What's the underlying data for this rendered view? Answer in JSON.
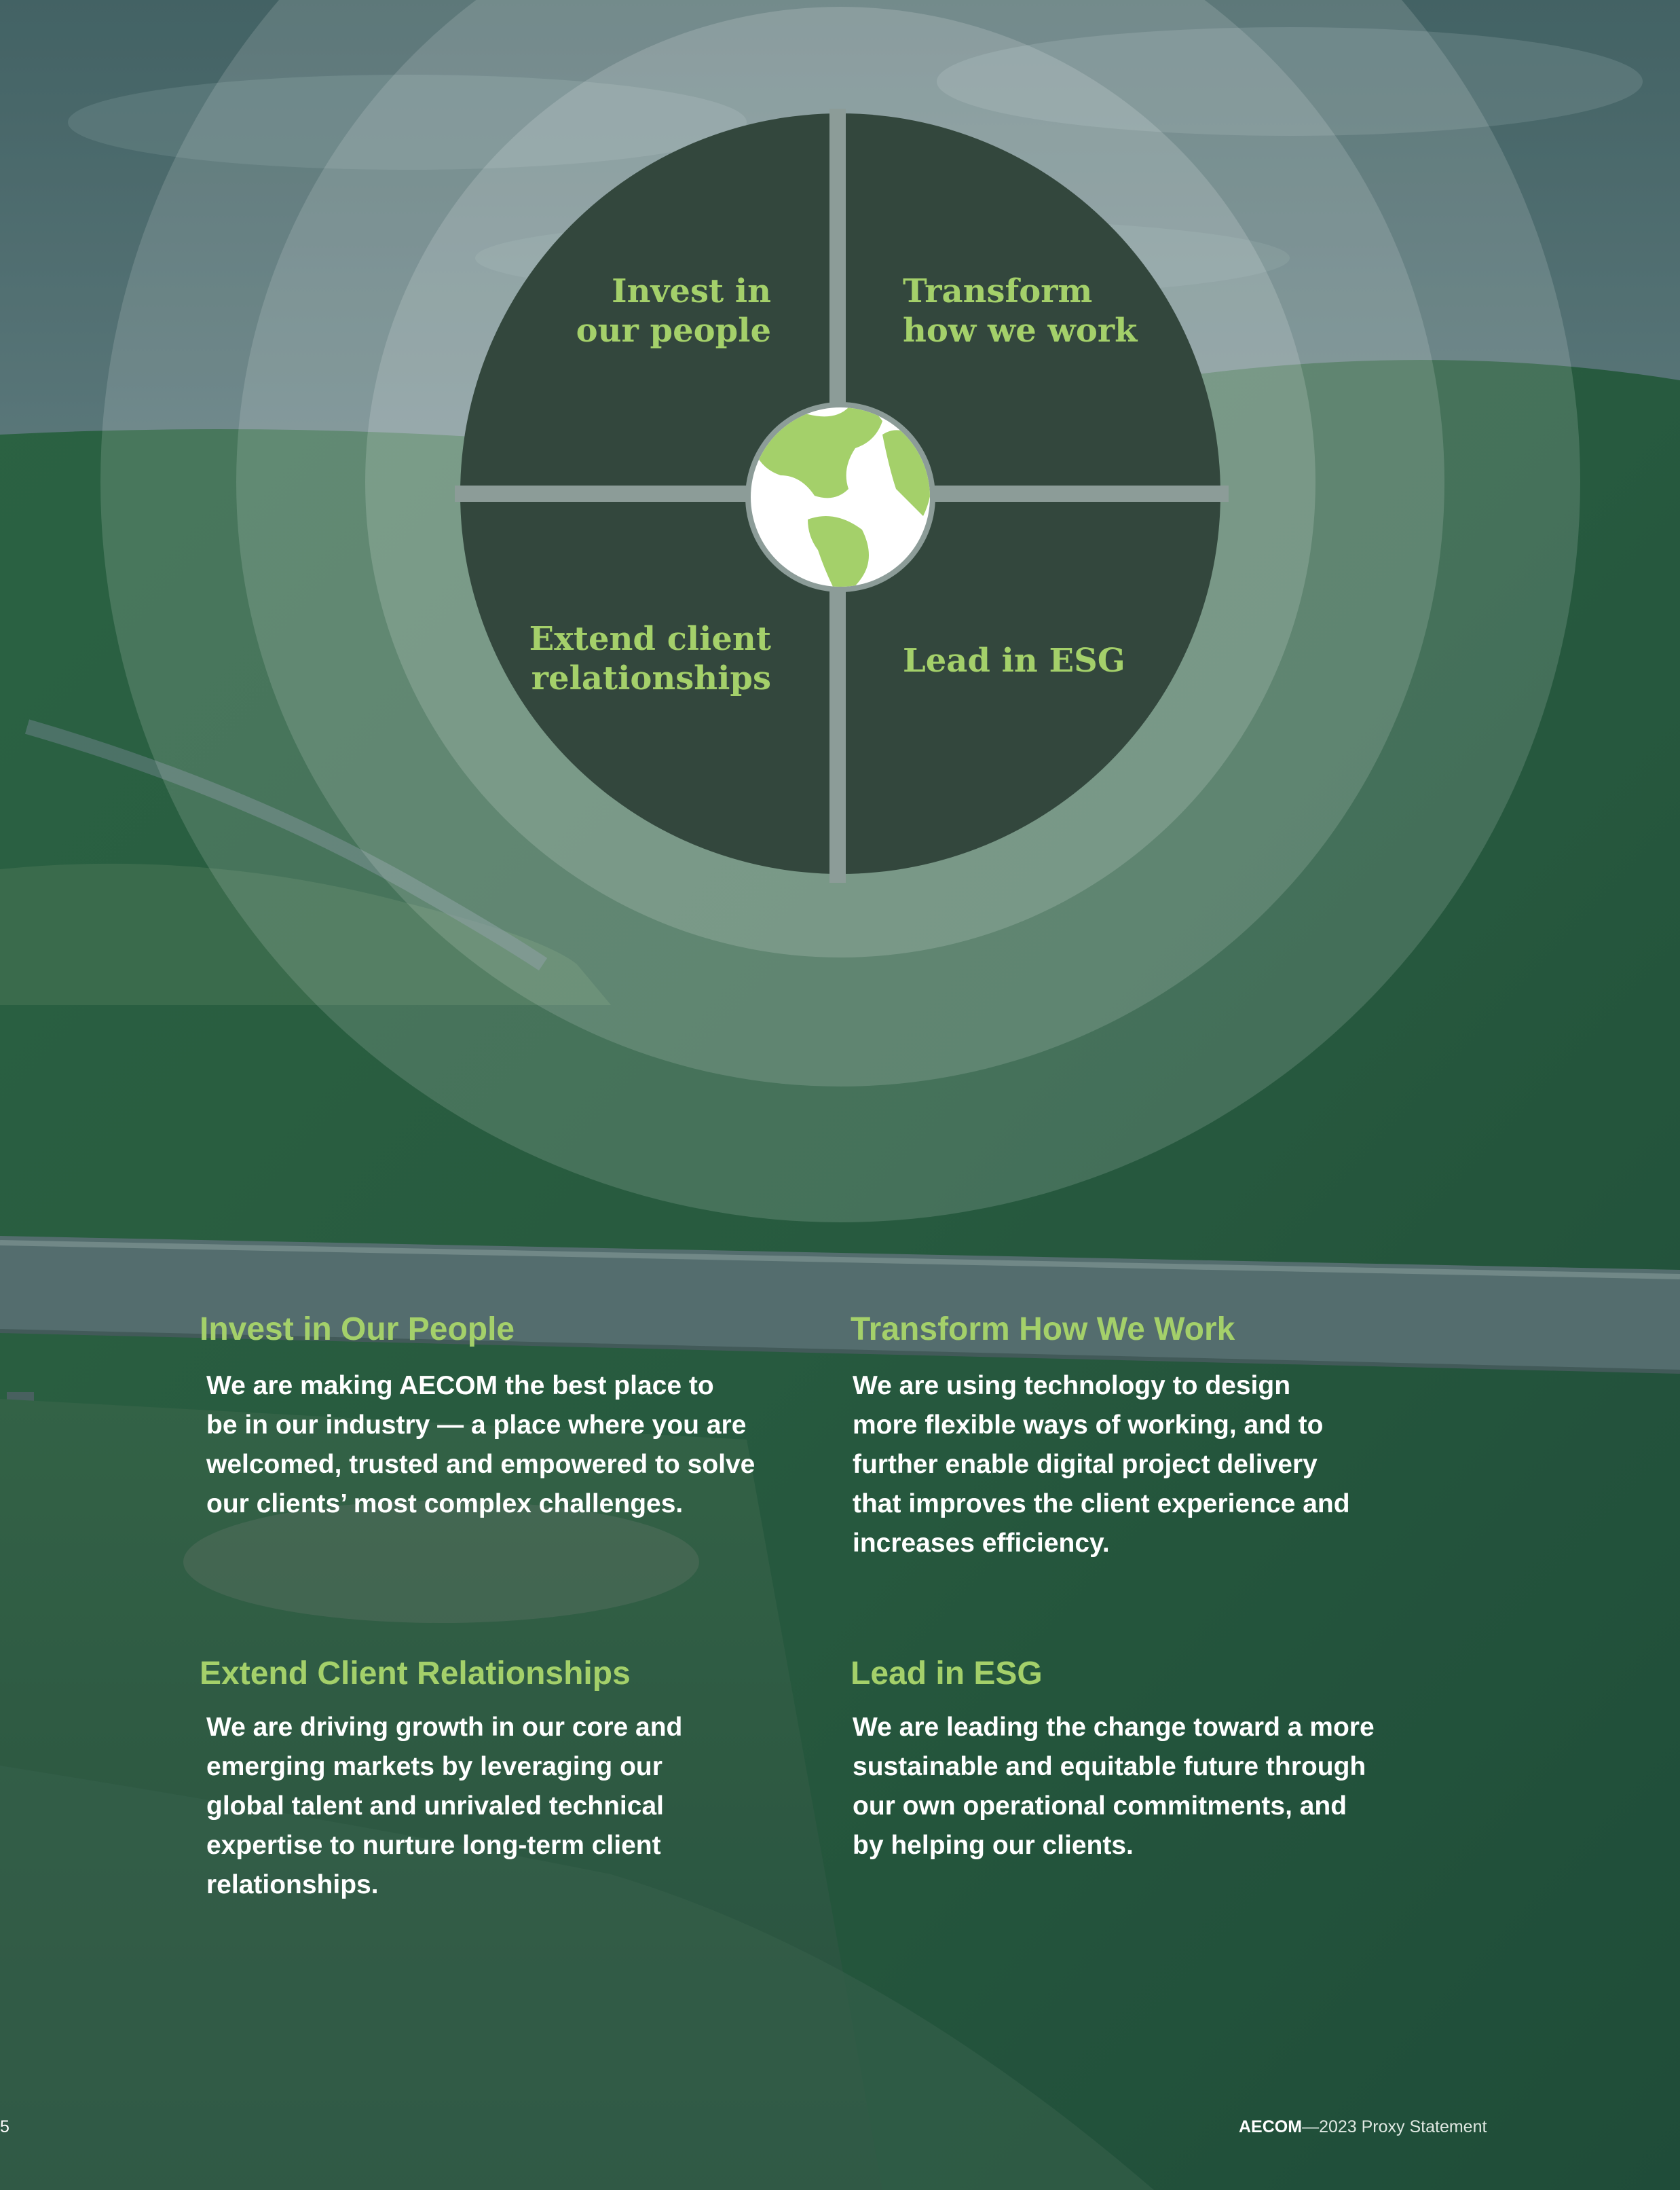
{
  "circle": {
    "q1": "Invest in\nour people",
    "q2": "Transform\nhow we work",
    "q3": "Extend client\nrelationships",
    "q4": "Lead in ESG"
  },
  "sections": [
    {
      "title": "Invest in Our People",
      "body": "We are making AECOM the best place to\nbe in our industry — a place where you are\nwelcomed, trusted and empowered to solve\nour clients’ most complex challenges."
    },
    {
      "title": "Transform How We Work",
      "body": "We are using technology to design\nmore flexible ways of working, and to\nfurther enable digital project delivery\nthat improves the client experience and\nincreases efficiency."
    },
    {
      "title": "Extend Client Relationships",
      "body": "We are driving growth in our core and\nemerging markets by leveraging our\nglobal talent and unrivaled technical\nexpertise to nurture long-term client\nrelationships."
    },
    {
      "title": "Lead in ESG",
      "body": "We are leading the change toward a more\nsustainable and equitable future through\nour own operational commitments, and\nby helping our clients."
    }
  ],
  "footer": {
    "brand": "AECOM",
    "doc": "—2023 Proxy Statement",
    "page": "5"
  },
  "colors": {
    "accent_green": "#a4d06a",
    "dark_green": "#33473d",
    "text_white": "#ffffff"
  },
  "icons": {
    "center": "globe-icon"
  }
}
